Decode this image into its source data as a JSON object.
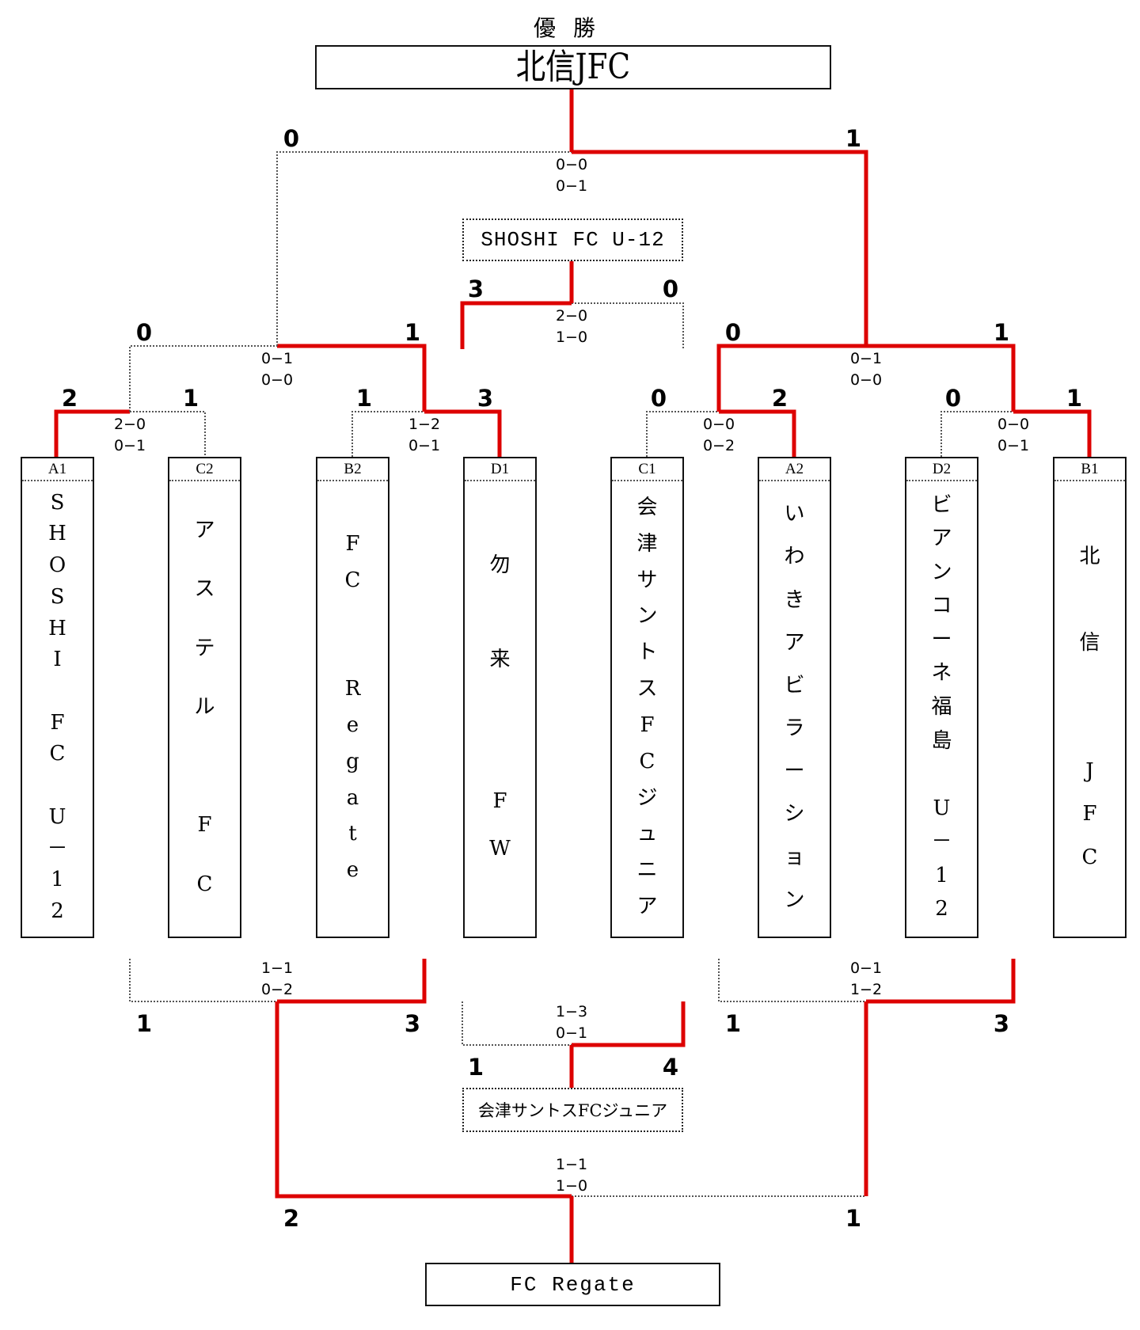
{
  "champion": {
    "label": "優勝",
    "name": "北信JFC"
  },
  "runner_up": {
    "name": "FC Regate"
  },
  "third_place_winner_upper": {
    "name": "SHOSHI FC U-12"
  },
  "third_place_winner_lower": {
    "name": "会津サントスFCジュニア"
  },
  "colors": {
    "winner_line": "#dd0000",
    "loser_line": "#555555",
    "box_border": "#111111"
  },
  "teams": [
    {
      "seed": "A1",
      "name": [
        "S",
        "H",
        "O",
        "S",
        "H",
        "I",
        "",
        "F",
        "C",
        "",
        "U",
        "－",
        "1",
        "2"
      ]
    },
    {
      "seed": "C2",
      "name": [
        "ア",
        "ス",
        "テ",
        "ル",
        "",
        "F",
        "C"
      ]
    },
    {
      "seed": "B2",
      "name": [
        "",
        "F",
        "C",
        "",
        "",
        "R",
        "e",
        "g",
        "a",
        "t",
        "e",
        ""
      ]
    },
    {
      "seed": "D1",
      "name": [
        "",
        "勿",
        "",
        "来",
        "",
        "",
        "F",
        "W",
        ""
      ]
    },
    {
      "seed": "C1",
      "name": [
        "会",
        "津",
        "サ",
        "ン",
        "ト",
        "ス",
        "F",
        "C",
        "ジ",
        "ュ",
        "ニ",
        "ア"
      ]
    },
    {
      "seed": "A2",
      "name": [
        "い",
        "わ",
        "き",
        "ア",
        "ビ",
        "ラ",
        "ー",
        "シ",
        "ョ",
        "ン"
      ]
    },
    {
      "seed": "D2",
      "name": [
        "ビ",
        "ア",
        "ン",
        "コ",
        "ー",
        "ネ",
        "福",
        "島",
        "",
        "U",
        "－",
        "1",
        "2"
      ]
    },
    {
      "seed": "B1",
      "name": [
        "",
        "北",
        "",
        "信",
        "",
        "",
        "J",
        "F",
        "C",
        ""
      ]
    }
  ],
  "upper_bracket": {
    "round1": [
      {
        "left_score": "2",
        "right_score": "1",
        "pk_line1": "2−0",
        "pk_line2": "0−1"
      },
      {
        "left_score": "1",
        "right_score": "3",
        "pk_line1": "1−2",
        "pk_line2": "0−1"
      },
      {
        "left_score": "0",
        "right_score": "2",
        "pk_line1": "0−0",
        "pk_line2": "0−2"
      },
      {
        "left_score": "0",
        "right_score": "1",
        "pk_line1": "0−0",
        "pk_line2": "0−1"
      }
    ],
    "semifinal": [
      {
        "left_score": "0",
        "right_score": "1",
        "pk_line1": "0−1",
        "pk_line2": "0−0"
      },
      {
        "left_score": "0",
        "right_score": "1",
        "pk_line1": "0−1",
        "pk_line2": "0−0"
      }
    ],
    "final": {
      "left_score": "0",
      "right_score": "1",
      "pk_line1": "0−0",
      "pk_line2": "0−1"
    },
    "third_place": {
      "left_score": "3",
      "right_score": "0",
      "pk_line1": "2−0",
      "pk_line2": "1−0"
    }
  },
  "lower_bracket": {
    "semifinal": [
      {
        "left_score": "1",
        "right_score": "3",
        "pk_line1": "1−1",
        "pk_line2": "0−2"
      },
      {
        "left_score": "1",
        "right_score": "3",
        "pk_line1": "0−1",
        "pk_line2": "1−2"
      }
    ],
    "final": {
      "left_score": "2",
      "right_score": "1",
      "pk_line1": "1−1",
      "pk_line2": "1−0"
    },
    "third_place": {
      "left_score": "1",
      "right_score": "4",
      "pk_line1": "1−3",
      "pk_line2": "0−1"
    }
  }
}
